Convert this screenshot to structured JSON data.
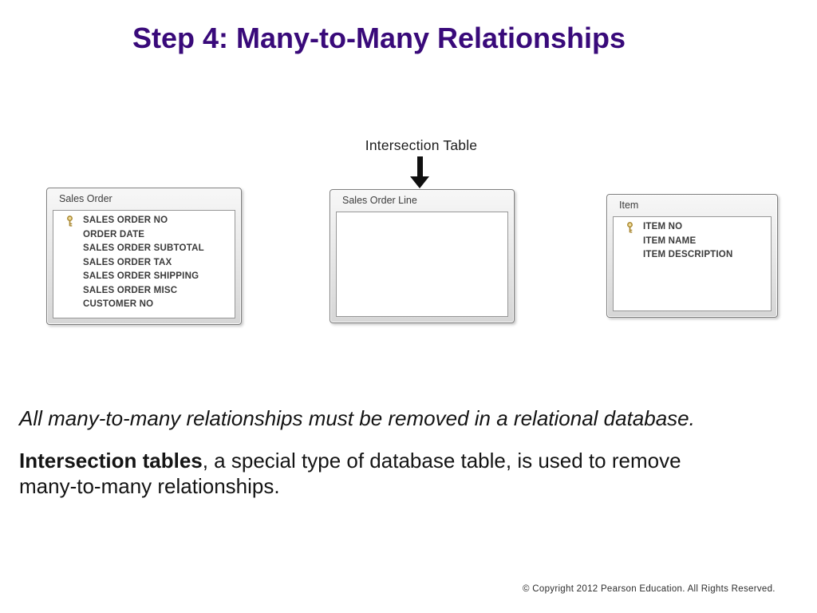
{
  "slide": {
    "title": "Step 4: Many-to-Many Relationships"
  },
  "diagram": {
    "callout_label": "Intersection Table",
    "tables": [
      {
        "name": "Sales Order",
        "fields": [
          {
            "label": "SALES ORDER NO",
            "key": true
          },
          {
            "label": "ORDER DATE",
            "key": false
          },
          {
            "label": "SALES ORDER SUBTOTAL",
            "key": false
          },
          {
            "label": "SALES ORDER TAX",
            "key": false
          },
          {
            "label": "SALES ORDER SHIPPING",
            "key": false
          },
          {
            "label": "SALES ORDER MISC",
            "key": false
          },
          {
            "label": "CUSTOMER NO",
            "key": false
          }
        ]
      },
      {
        "name": "Sales Order Line",
        "fields": []
      },
      {
        "name": "Item",
        "fields": [
          {
            "label": "ITEM NO",
            "key": true
          },
          {
            "label": "ITEM NAME",
            "key": false
          },
          {
            "label": "ITEM DESCRIPTION",
            "key": false
          }
        ]
      }
    ]
  },
  "body": {
    "paragraph1": "All many-to-many relationships must be removed in a relational database.",
    "paragraph2_bold": "Intersection tables",
    "paragraph2_rest": ", a special type of database table, is used to remove many-to-many relationships."
  },
  "footer": {
    "copyright": "© Copyright 2012 Pearson Education. All Rights Reserved."
  },
  "colors": {
    "title_purple": "#390a7a",
    "key_gold_stroke": "#a8862e",
    "key_gold_fill": "#f0dc9a",
    "arrow_black": "#101010"
  }
}
